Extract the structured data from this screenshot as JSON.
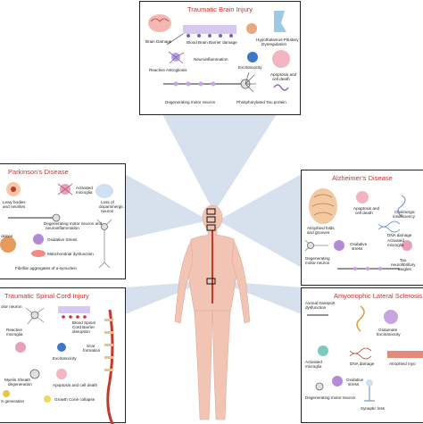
{
  "panels": {
    "tbi": {
      "title": "Traumatic Brain Injury",
      "labels": {
        "brain_damage": "Brain Damage",
        "bbb_damage": "Blood Brain Barrier damage",
        "hpd_1": "Hypothalamus-Pituitary",
        "hpd_2": "Dysregulation",
        "neuroinflammation": "Neuroinflammation",
        "excitotoxicity": "Excitotoxicity",
        "reactive_astrogliosis": "Reactive Astrogliosis",
        "apoptosis_1": "Apoptosis and",
        "apoptosis_2": "cell death",
        "degenerating_motor_neuron": "Degenerating motor neuron",
        "tau": "Phosphorylated Tau protein"
      }
    },
    "pd": {
      "title": "Parkinson's Disease",
      "labels": {
        "lewy_1": "Lewy bodies",
        "lewy_2": "and neurites",
        "microglia_1": "Activated",
        "microglia_2": "microglia",
        "loss_1": "Loss of",
        "loss_2": "dopaminergic",
        "loss_3": "neuron",
        "dmn_1": "Degenerating motor neuron and",
        "dmn_2": "neuroinflammation",
        "cytokines": "okines",
        "oxidative": "Oxidative Stress",
        "mito": "Mitochondrial dysfunction",
        "fibrillar": "Fibrillar aggregates of α-synuclein"
      }
    },
    "ad": {
      "title": "Alzheimer's Disease",
      "labels": {
        "apoptosis_1": "Apoptosis and",
        "apoptosis_2": "cell death",
        "cholinergic_1": "Cholinergic",
        "cholinergic_2": "insufficiency",
        "atrophied_1": "Atrophied folds",
        "atrophied_2": "and grooves",
        "dna": "DNA damage",
        "microglia_1": "Activated",
        "microglia_2": "microglia",
        "oxidative_1": "Oxidative",
        "oxidative_2": "stress",
        "dmn_1": "Degenerating",
        "dmn_2": "motor neuron",
        "tau_1": "Tau",
        "tau_2": "neurofibrillary",
        "tau_3": "tangles"
      }
    },
    "tsci": {
      "title": "Traumatic Spinal Cord Injury",
      "labels": {
        "motor_neuron": "otor neuron",
        "bscb_1": "Blood Spinal",
        "bscb_2": "Cord Barrier",
        "bscb_3": "disruption",
        "reactive_1": "Reactive",
        "reactive_2": "microglia",
        "scar_1": "Scar",
        "scar_2": "formation",
        "excitotoxicity": "Excitotoxicity",
        "myelin_1": "Myelin Sheath",
        "myelin_2": "degeneration",
        "apoptosis": "Apoptosis and cell death",
        "ros": "S generation",
        "growth_cone": "Growth Cone collapse"
      }
    },
    "als": {
      "title": "Amyotrophic Lateral Sclerosis",
      "labels": {
        "axonal_1": "Axonal transport",
        "axonal_2": "dysfunction",
        "glutamate_1": "Glutamate",
        "glutamate_2": "Excitotoxicity",
        "microglia_1": "Activated",
        "microglia_2": "microglia",
        "dna": "DNA damage",
        "atrophied": "Atrophied myo",
        "oxidative_1": "Oxidative",
        "oxidative_2": "stress",
        "dmn": "Degenerating motor neuron",
        "synaptic": "Synaptic loss"
      }
    }
  },
  "colors": {
    "title_red": "#d0312d",
    "border": "#222222",
    "projection": "#c9d7e8",
    "body_skin": "#f2c4b4",
    "spine": "#c0392b"
  }
}
